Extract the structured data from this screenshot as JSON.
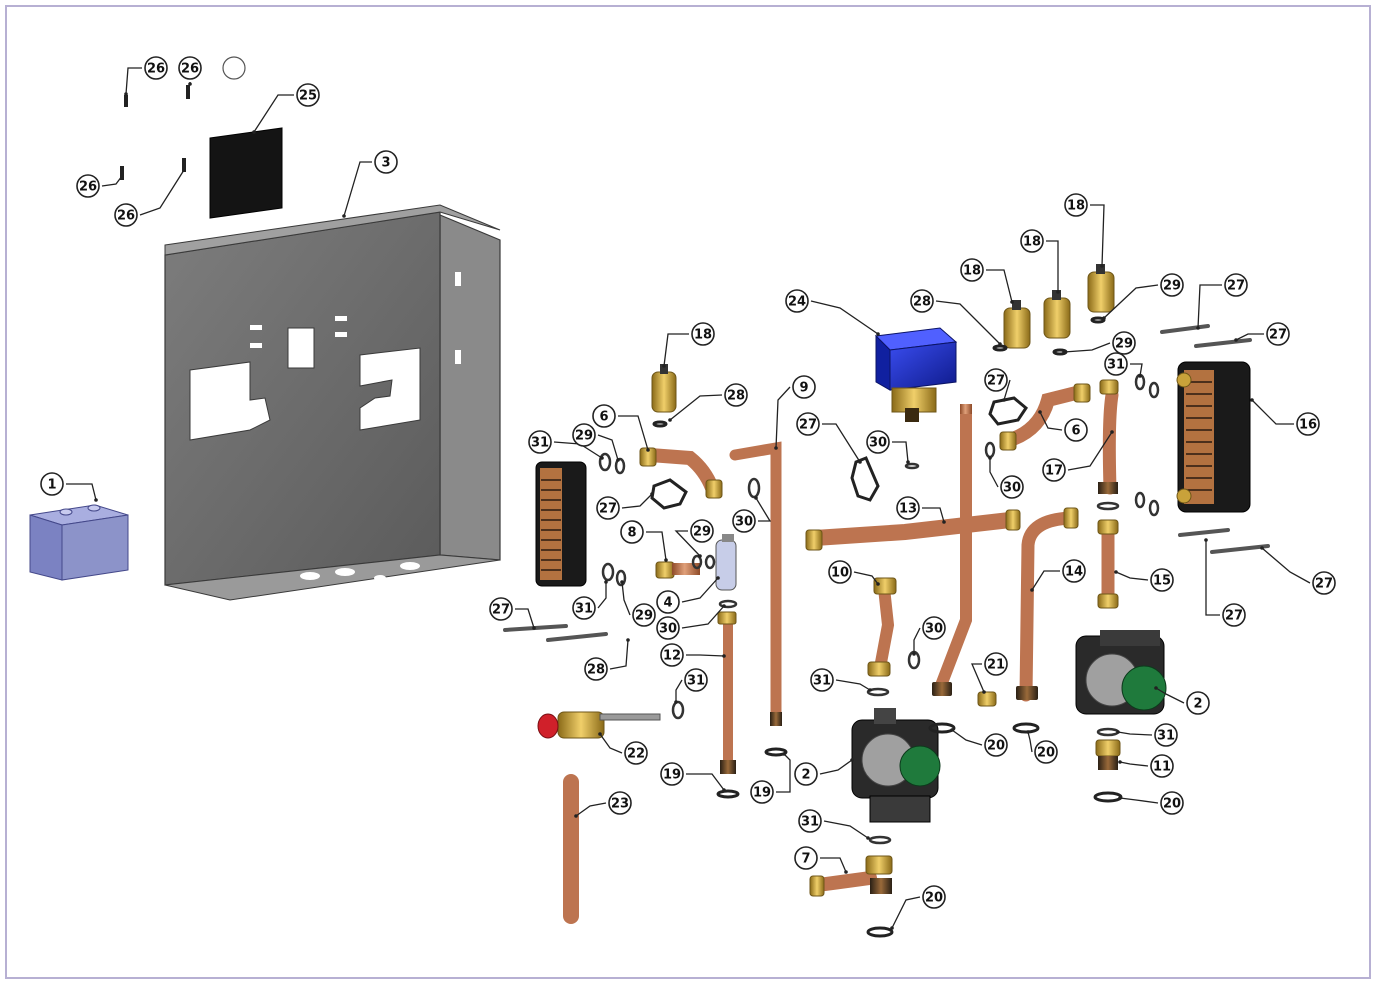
{
  "colors": {
    "frame": "#b7b0d3",
    "plate": "#6f6f6f",
    "copper": "#c47a52",
    "brass": "#c9a23a",
    "valve_blue": "#1e2fc9",
    "box_blue": "#8c93c9",
    "pump_green": "#1f7a3c",
    "valve_red": "#d0202a"
  },
  "labels": [
    {
      "text": "1"
    },
    {
      "text": "2"
    },
    {
      "text": "2"
    },
    {
      "text": "3"
    },
    {
      "text": "4"
    },
    {
      "text": "6"
    },
    {
      "text": "6"
    },
    {
      "text": "7"
    },
    {
      "text": "8"
    },
    {
      "text": "9"
    },
    {
      "text": "10"
    },
    {
      "text": "11"
    },
    {
      "text": "12"
    },
    {
      "text": "13"
    },
    {
      "text": "14"
    },
    {
      "text": "15"
    },
    {
      "text": "16"
    },
    {
      "text": "17"
    },
    {
      "text": "18"
    },
    {
      "text": "18"
    },
    {
      "text": "18"
    },
    {
      "text": "18"
    },
    {
      "text": "19"
    },
    {
      "text": "19"
    },
    {
      "text": "20"
    },
    {
      "text": "20"
    },
    {
      "text": "20"
    },
    {
      "text": "20"
    },
    {
      "text": "21"
    },
    {
      "text": "22"
    },
    {
      "text": "23"
    },
    {
      "text": "24"
    },
    {
      "text": "25"
    },
    {
      "text": "26"
    },
    {
      "text": "26"
    },
    {
      "text": "26"
    },
    {
      "text": "26"
    },
    {
      "text": "27"
    },
    {
      "text": "27"
    },
    {
      "text": "27"
    },
    {
      "text": "27"
    },
    {
      "text": "27"
    },
    {
      "text": "27"
    },
    {
      "text": "27"
    },
    {
      "text": "27"
    },
    {
      "text": "28"
    },
    {
      "text": "28"
    },
    {
      "text": "28"
    },
    {
      "text": "29"
    },
    {
      "text": "29"
    },
    {
      "text": "29"
    },
    {
      "text": "29"
    },
    {
      "text": "29"
    },
    {
      "text": "30"
    },
    {
      "text": "30"
    },
    {
      "text": "30"
    },
    {
      "text": "30"
    },
    {
      "text": "30"
    },
    {
      "text": "31"
    },
    {
      "text": "31"
    },
    {
      "text": "31"
    },
    {
      "text": "31"
    },
    {
      "text": "31"
    },
    {
      "text": "31"
    },
    {
      "text": "31"
    }
  ]
}
